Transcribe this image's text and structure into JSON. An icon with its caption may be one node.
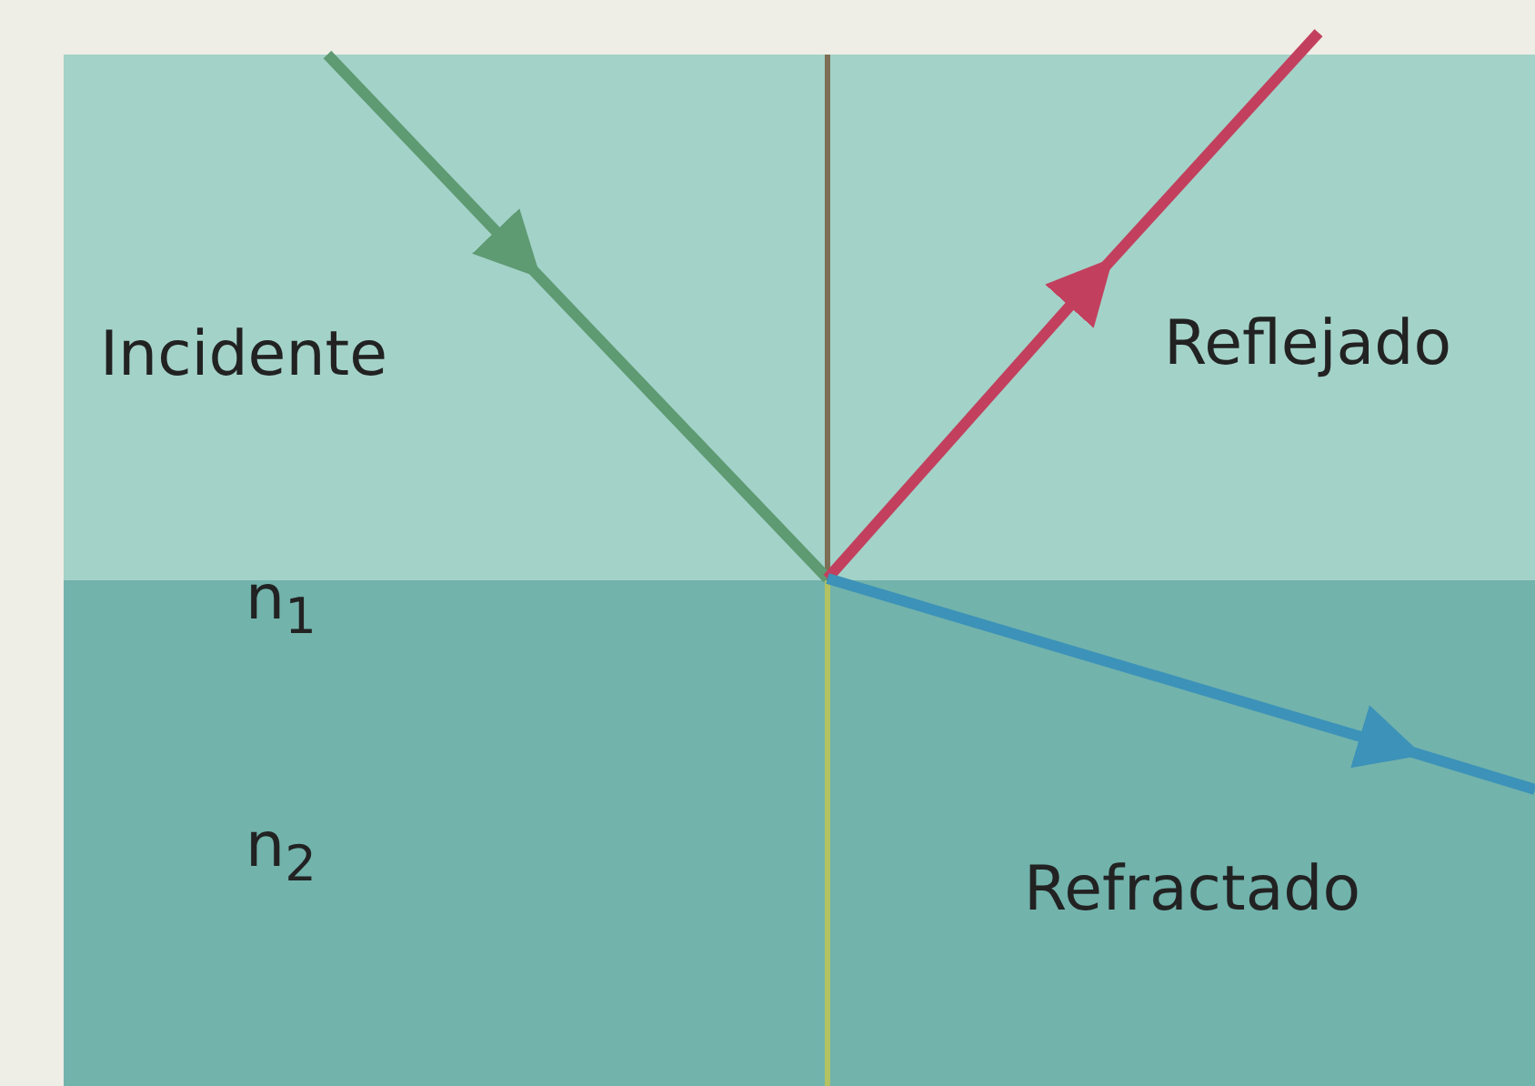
{
  "diagram": {
    "labels": [
      "Incidente",
      "Reflejado",
      "n$_{1}$",
      "n$_{2}$",
      "Refractado"
    ]
  }
}
